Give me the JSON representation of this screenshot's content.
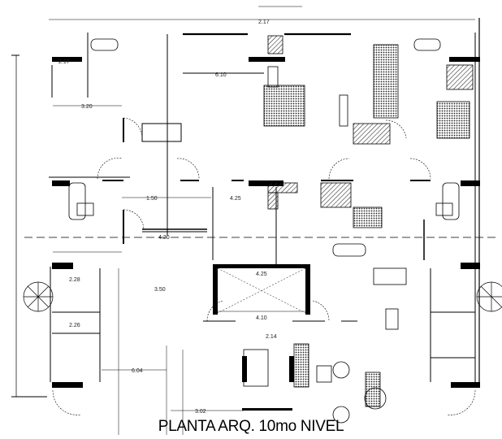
{
  "title": "PLANTA ARQ. 10mo NIVEL",
  "dimensions": {
    "top_overall": "2.17",
    "left_bath": "2.17",
    "top_mid": "6.10",
    "room_left": "3.20",
    "corridor_a": "1.50",
    "corridor_b": "4.25",
    "lower_left": "4.20",
    "core_width": "4.25",
    "core_lower": "4.10",
    "stair": "2.14",
    "service_a": "2.28",
    "service_b": "2.26",
    "lower_run": "6.04",
    "front": "3.50",
    "bottom": "3.02"
  },
  "colors": {
    "line": "#000000",
    "hatch": "#555555"
  }
}
